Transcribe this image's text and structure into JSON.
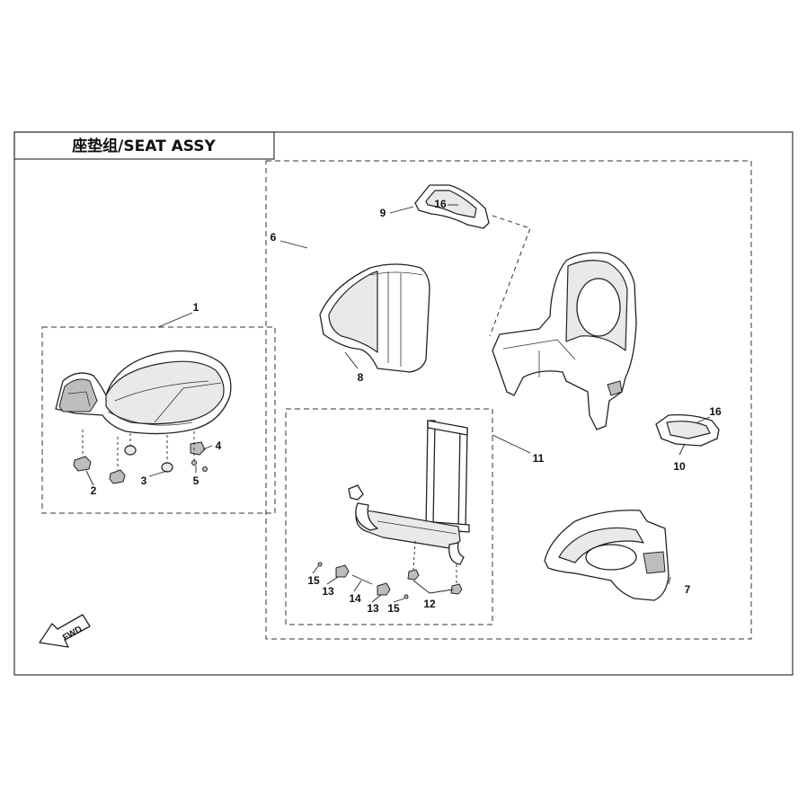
{
  "title": "座垫组/SEAT ASSY",
  "direction_label": "FWD",
  "callouts": {
    "c1": "1",
    "c2": "2",
    "c3": "3",
    "c4": "4",
    "c5": "5",
    "c6": "6",
    "c7": "7",
    "c8": "8",
    "c9": "9",
    "c10": "10",
    "c11": "11",
    "c12": "12",
    "c13a": "13",
    "c13b": "13",
    "c14": "14",
    "c15a": "15",
    "c15b": "15",
    "c16a": "16",
    "c16b": "16"
  }
}
